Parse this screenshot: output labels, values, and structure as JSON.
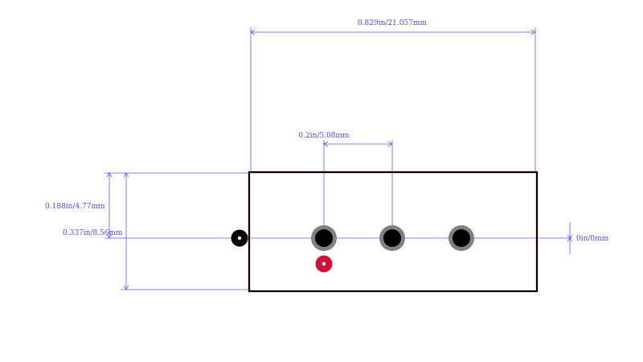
{
  "dimensions": {
    "overall_width": "0.829in/21.057mm",
    "pin_pitch": "0.2in/5.08mm",
    "pin_to_edge": "0.188in/4.77mm",
    "overall_height": "0.337in/8.56mm",
    "offset": "0in/0mm"
  },
  "colors": {
    "dimension": "#5a5af0",
    "outline": "#000000",
    "pad_ring": "#808080",
    "pad": "#000000",
    "pin1_marker": "#d0103a",
    "origin_marker": "#000000"
  }
}
